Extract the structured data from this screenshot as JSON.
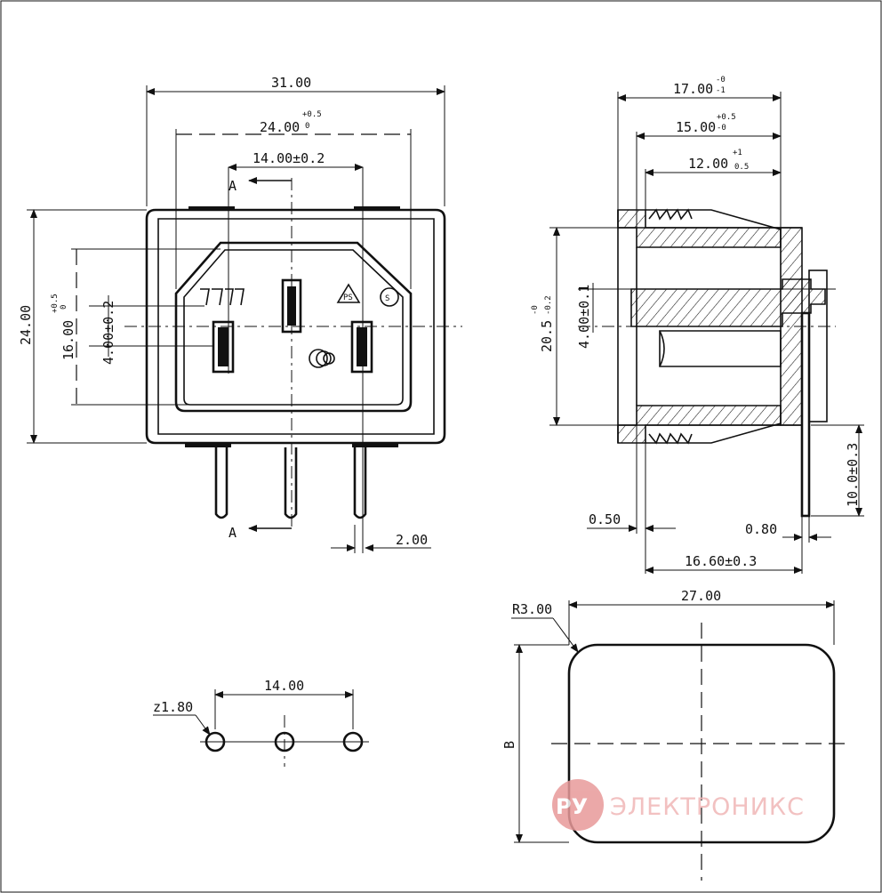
{
  "front_view": {
    "dims": {
      "width_overall": "31.00",
      "width_inner": "24.00",
      "width_inner_tol_upper": "+0.5",
      "width_inner_tol_lower": "0",
      "pin_pitch": "14.00±0.2",
      "height_overall": "24.00",
      "height_inner": "16.00",
      "height_inner_tol_upper": "+0.5",
      "height_inner_tol_lower": "0",
      "pin_offset": "4.00±0.2",
      "pin_width": "2.00"
    },
    "section_label_top": "A",
    "section_label_bottom": "A"
  },
  "side_view": {
    "dims": {
      "depth_overall": "17.00",
      "depth_overall_tol_upper": "-0",
      "depth_overall_tol_lower": "-1",
      "depth_15": "15.00",
      "depth_15_tol_upper": "+0.5",
      "depth_15_tol_lower": "-0",
      "depth_12": "12.00",
      "depth_12_tol_upper": "+1",
      "depth_12_tol_lower": "0.5",
      "height": "20.5",
      "height_tol_upper": "-0",
      "height_tol_lower": "-0.2",
      "pin_offset": "4.00±0.1",
      "pin_length": "10.0±0.3",
      "wall_thickness": "0.50",
      "pin_thickness": "0.80",
      "pin_position": "16.60±0.3"
    }
  },
  "pcb_layout": {
    "pitch": "14.00",
    "hole_diameter": "z1.80"
  },
  "panel_cutout": {
    "width": "27.00",
    "radius": "R3.00",
    "height_label": "B"
  },
  "watermark": {
    "logo": "РУ",
    "text": "ЭЛЕКТРОНИКС",
    "color": "#e07a7a"
  }
}
